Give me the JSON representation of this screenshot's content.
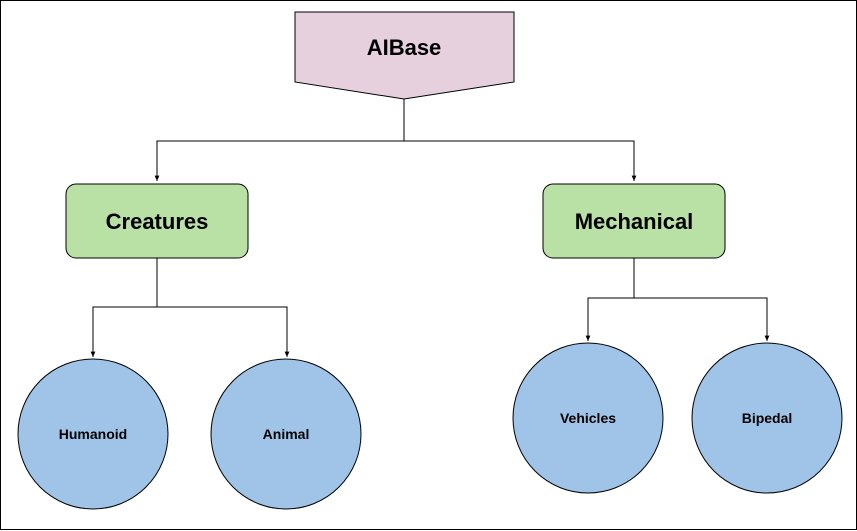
{
  "colors": {
    "root_fill": "#e6d0de",
    "category_fill": "#b9e0a5",
    "leaf_fill": "#a0c4e8",
    "stroke": "#000000"
  },
  "diagram": {
    "root": {
      "label": "AIBase"
    },
    "categories": [
      {
        "label": "Creatures",
        "children": [
          "Humanoid",
          "Animal"
        ]
      },
      {
        "label": "Mechanical",
        "children": [
          "Vehicles",
          "Bipedal"
        ]
      }
    ]
  }
}
